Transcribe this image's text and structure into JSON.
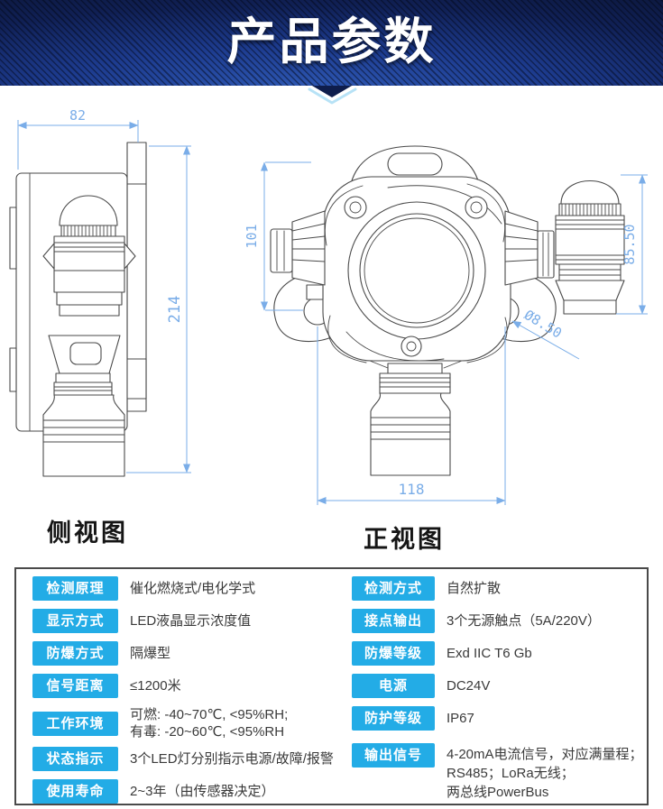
{
  "banner": {
    "title": "产品参数"
  },
  "drawings": {
    "side_view": {
      "label": "侧视图",
      "width_dim": "82",
      "height_dim": "214"
    },
    "front_view": {
      "label": "正视图",
      "left_height_dim": "101",
      "siren_height_dim": "85.50",
      "hole_dim": "Ø8.50",
      "bottom_width_dim": "118"
    }
  },
  "spec_table": {
    "accent_color": "#23ace6",
    "left": [
      {
        "label": "检测原理",
        "lines": [
          "催化燃烧式/电化学式"
        ]
      },
      {
        "label": "显示方式",
        "lines": [
          "LED液晶显示浓度值"
        ]
      },
      {
        "label": "防爆方式",
        "lines": [
          "隔爆型"
        ]
      },
      {
        "label": "信号距离",
        "lines": [
          "≤1200米"
        ]
      },
      {
        "label": "工作环境",
        "lines": [
          "可燃: -40~70℃, <95%RH;",
          "有毒: -20~60℃, <95%RH"
        ]
      },
      {
        "label": "状态指示",
        "lines": [
          "3个LED灯分别指示电源/故障/报警"
        ]
      },
      {
        "label": "使用寿命",
        "lines": [
          "2~3年（由传感器决定）"
        ]
      }
    ],
    "right": [
      {
        "label": "检测方式",
        "lines": [
          "自然扩散"
        ]
      },
      {
        "label": "接点输出",
        "lines": [
          "3个无源触点（5A/220V）"
        ]
      },
      {
        "label": "防爆等级",
        "lines": [
          "Exd IIC T6 Gb"
        ]
      },
      {
        "label": "电源",
        "lines": [
          "DC24V"
        ]
      },
      {
        "label": "防护等级",
        "lines": [
          "IP67"
        ]
      },
      {
        "label": "输出信号",
        "lines": [
          "4-20mA电流信号，对应满量程；",
          "RS485；LoRa无线；",
          "两总线PowerBus"
        ]
      }
    ]
  }
}
